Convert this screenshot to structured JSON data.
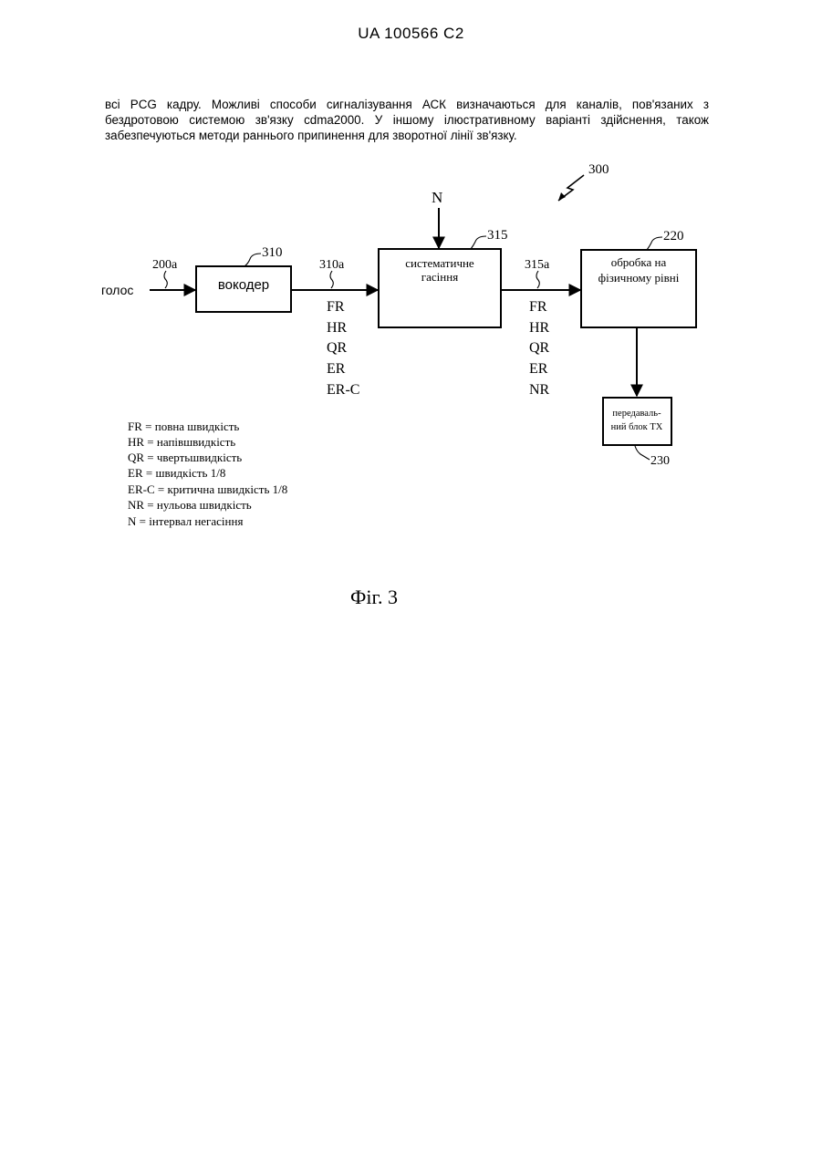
{
  "header": {
    "doc_id": "UA   100566   C2"
  },
  "paragraph": {
    "lines": [
      "всі PCG кадру. Можливі способи сигналізування АСК визначаються для каналів, пов'язаних з",
      "бездротовою системою зв'язку cdma2000. У іншому ілюстративному варіанті здійснення, також",
      "забезпечуються методи раннього припинення для зворотної лінії зв'язку."
    ]
  },
  "figure": {
    "ref_label": "300",
    "input_label": "голос",
    "input_ref": "200a",
    "vocoder": {
      "ref": "310",
      "label": "вокодер",
      "output_ref": "310a"
    },
    "vocoder_rates": [
      "FR",
      "HR",
      "QR",
      "ER",
      "ER-C"
    ],
    "puncture": {
      "ref": "315",
      "label_line1": "систематичне",
      "label_line2": "гасіння",
      "output_ref": "315a",
      "input_label": "N"
    },
    "puncture_rates": [
      "FR",
      "HR",
      "QR",
      "ER",
      "NR"
    ],
    "phy": {
      "ref": "220",
      "label_line1": "обробка на",
      "label_line2": "фізичному рівні"
    },
    "tx": {
      "ref": "230",
      "label_line1": "передаваль-",
      "label_line2": "ний блок ТХ"
    },
    "legend": [
      "FR = повна швидкість",
      "HR = напівшвидкість",
      "QR = чвертьшвидкість",
      "ER = швидкість 1/8",
      "ER-C = критична швидкість 1/8",
      "NR = нульова швидкість",
      "N = інтервал негасіння"
    ],
    "caption": "Фіг. 3"
  }
}
